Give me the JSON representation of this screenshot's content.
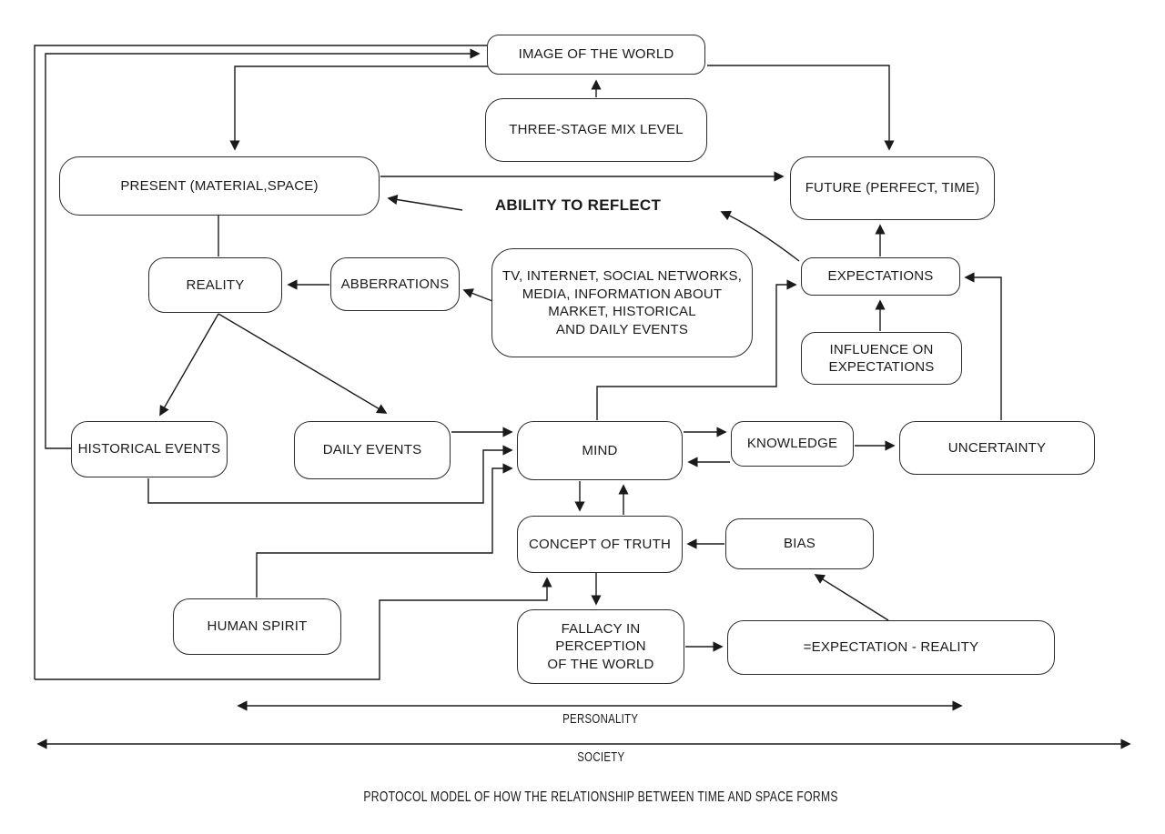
{
  "diagram": {
    "title": "PROTOCOL MODEL OF HOW THE RELATIONSHIP BETWEEN TIME AND SPACE FORMS",
    "floating_label": "ABILITY TO REFLECT",
    "axis_labels": {
      "personality": "PERSONALITY",
      "society": "SOCIETY"
    },
    "nodes": {
      "image_of_the_world": "IMAGE OF THE WORLD",
      "three_stage_mix_level": "THREE-STAGE MIX LEVEL",
      "present": "PRESENT (MATERIAL,SPACE)",
      "future": "FUTURE (PERFECT, TIME)",
      "reality": "REALITY",
      "abberrations": "ABBERRATIONS",
      "media_information": "TV, INTERNET, SOCIAL NETWORKS,\nMEDIA, INFORMATION ABOUT\nMARKET, HISTORICAL\nAND DAILY EVENTS",
      "expectations": "EXPECTATIONS",
      "influence_on_expectations": "INFLUENCE ON\nEXPECTATIONS",
      "historical_events": "HISTORICAL EVENTS",
      "daily_events": "DAILY EVENTS",
      "mind": "MIND",
      "knowledge": "KNOWLEDGE",
      "uncertainty": "UNCERTAINTY",
      "concept_of_truth": "CONCEPT OF TRUTH",
      "bias": "BIAS",
      "human_spirit": "HUMAN SPIRIT",
      "fallacy_in_perception": "FALLACY IN\nPERCEPTION\nOF THE WORLD",
      "expectation_minus_reality": "=EXPECTATION - REALITY"
    },
    "colors": {
      "stroke": "#1a1a1a",
      "background": "#ffffff"
    }
  }
}
